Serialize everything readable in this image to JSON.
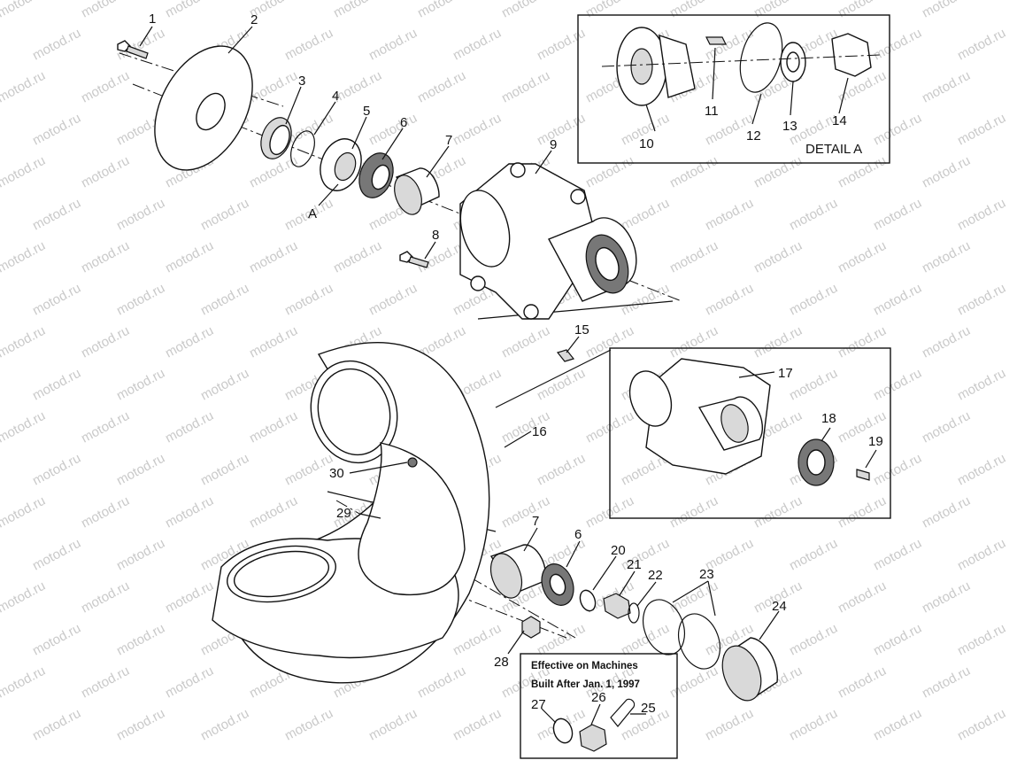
{
  "watermark": "motod.ru",
  "detail_a_title": "DETAIL A",
  "inset_note_line1": "Effective on Machines",
  "inset_note_line2": "Built After Jan. 1, 1997",
  "part_labels": {
    "p1": "1",
    "p2": "2",
    "p3": "3",
    "p4": "4",
    "p5": "5",
    "p6": "6",
    "p7": "7",
    "p8": "8",
    "p9": "9",
    "p10": "10",
    "p11": "11",
    "p12": "12",
    "p13": "13",
    "p14": "14",
    "p15": "15",
    "p16": "16",
    "p17": "17",
    "p18": "18",
    "p19": "19",
    "p20": "20",
    "p21": "21",
    "p22": "22",
    "p23": "23",
    "p24": "24",
    "p25": "25",
    "p26": "26",
    "p27": "27",
    "p28": "28",
    "p29": "29",
    "p30": "30",
    "p6b": "6",
    "p7b": "7",
    "pA": "A"
  }
}
